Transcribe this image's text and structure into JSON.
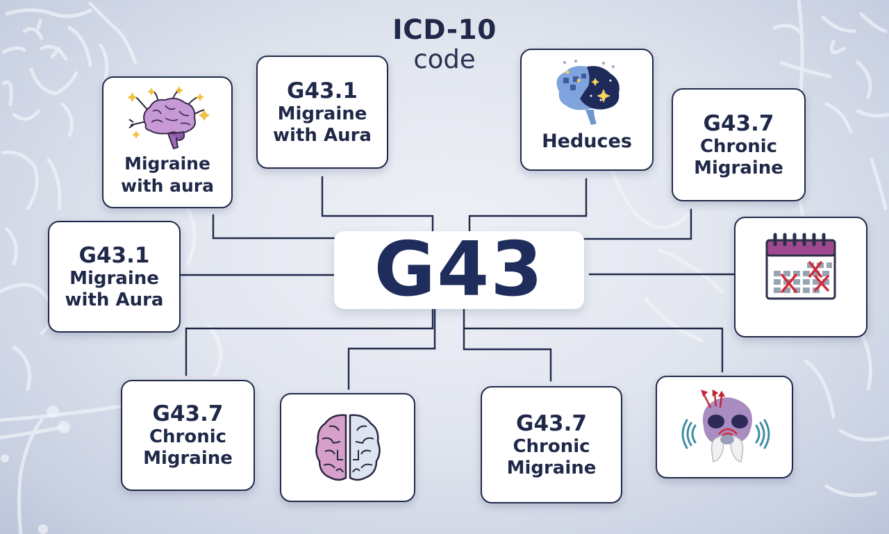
{
  "header": {
    "title": "ICD-10",
    "subtitle": "code"
  },
  "center": {
    "code": "G43"
  },
  "nodes": {
    "migraine_aura_icon": {
      "label_line1": "Migraine",
      "label_line2": "with aura",
      "icon": "brain-with-sparkles-icon"
    },
    "g431_top": {
      "code": "G43.1",
      "label_line1": "Migraine",
      "label_line2": "with Aura"
    },
    "heduces": {
      "label": "Heduces",
      "icon": "starry-brain-icon"
    },
    "g437_topright": {
      "code": "G43.7",
      "label_line1": "Chronic",
      "label_line2": "Migraine"
    },
    "g431_left": {
      "code": "G43.1",
      "label_line1": "Migraine",
      "label_line2": "with Aura"
    },
    "calendar": {
      "icon": "calendar-crossed-days-icon"
    },
    "g437_bottomleft": {
      "code": "G43.7",
      "label_line1": "Chronic",
      "label_line2": "Migraine"
    },
    "brain_halves": {
      "icon": "brain-hemispheres-icon"
    },
    "g437_bottomcenter": {
      "code": "G43.7",
      "label_line1": "Chronic",
      "label_line2": "Migraine"
    },
    "sinus_face": {
      "icon": "sinus-pressure-face-icon"
    }
  },
  "colors": {
    "ink": "#1f2849",
    "center_code": "#1f2d5c",
    "brain_purple": "#b98ccf",
    "brain_blue": "#6f95cf",
    "night_navy": "#1e2a5a",
    "calendar_header": "#a0488f",
    "cross_red": "#d0283a",
    "wave_teal": "#3c8ea3"
  }
}
